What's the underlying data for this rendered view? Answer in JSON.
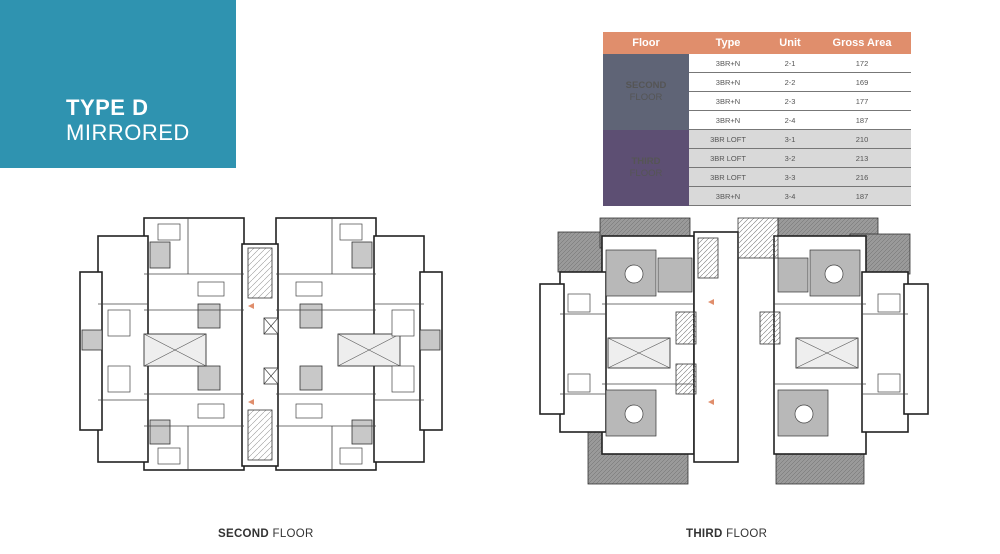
{
  "header": {
    "title": "TYPE D",
    "subtitle": "MIRRORED"
  },
  "table": {
    "headers": [
      "Floor",
      "Type",
      "Unit",
      "Gross Area"
    ],
    "groups": [
      {
        "floor_bold": "SECOND",
        "floor_light": "FLOOR",
        "rows": [
          {
            "type": "3BR+N",
            "unit": "2-1",
            "area": "172"
          },
          {
            "type": "3BR+N",
            "unit": "2-2",
            "area": "169"
          },
          {
            "type": "3BR+N",
            "unit": "2-3",
            "area": "177"
          },
          {
            "type": "3BR+N",
            "unit": "2-4",
            "area": "187"
          }
        ]
      },
      {
        "floor_bold": "THIRD",
        "floor_light": "FLOOR",
        "rows": [
          {
            "type": "3BR LOFT",
            "unit": "3-1",
            "area": "210"
          },
          {
            "type": "3BR LOFT",
            "unit": "3-2",
            "area": "213"
          },
          {
            "type": "3BR LOFT",
            "unit": "3-3",
            "area": "216"
          },
          {
            "type": "3BR+N",
            "unit": "3-4",
            "area": "187"
          }
        ]
      }
    ]
  },
  "plans": {
    "second": {
      "caption_bold": "SECOND",
      "caption_light": "FLOOR"
    },
    "third": {
      "caption_bold": "THIRD",
      "caption_light": "FLOOR"
    }
  },
  "colors": {
    "title_bg": "#2f93b0",
    "header_bg": "#e08e6c",
    "second_group": "#5f6476",
    "third_group": "#5d4f73",
    "third_rows": "#d9d9d9"
  }
}
